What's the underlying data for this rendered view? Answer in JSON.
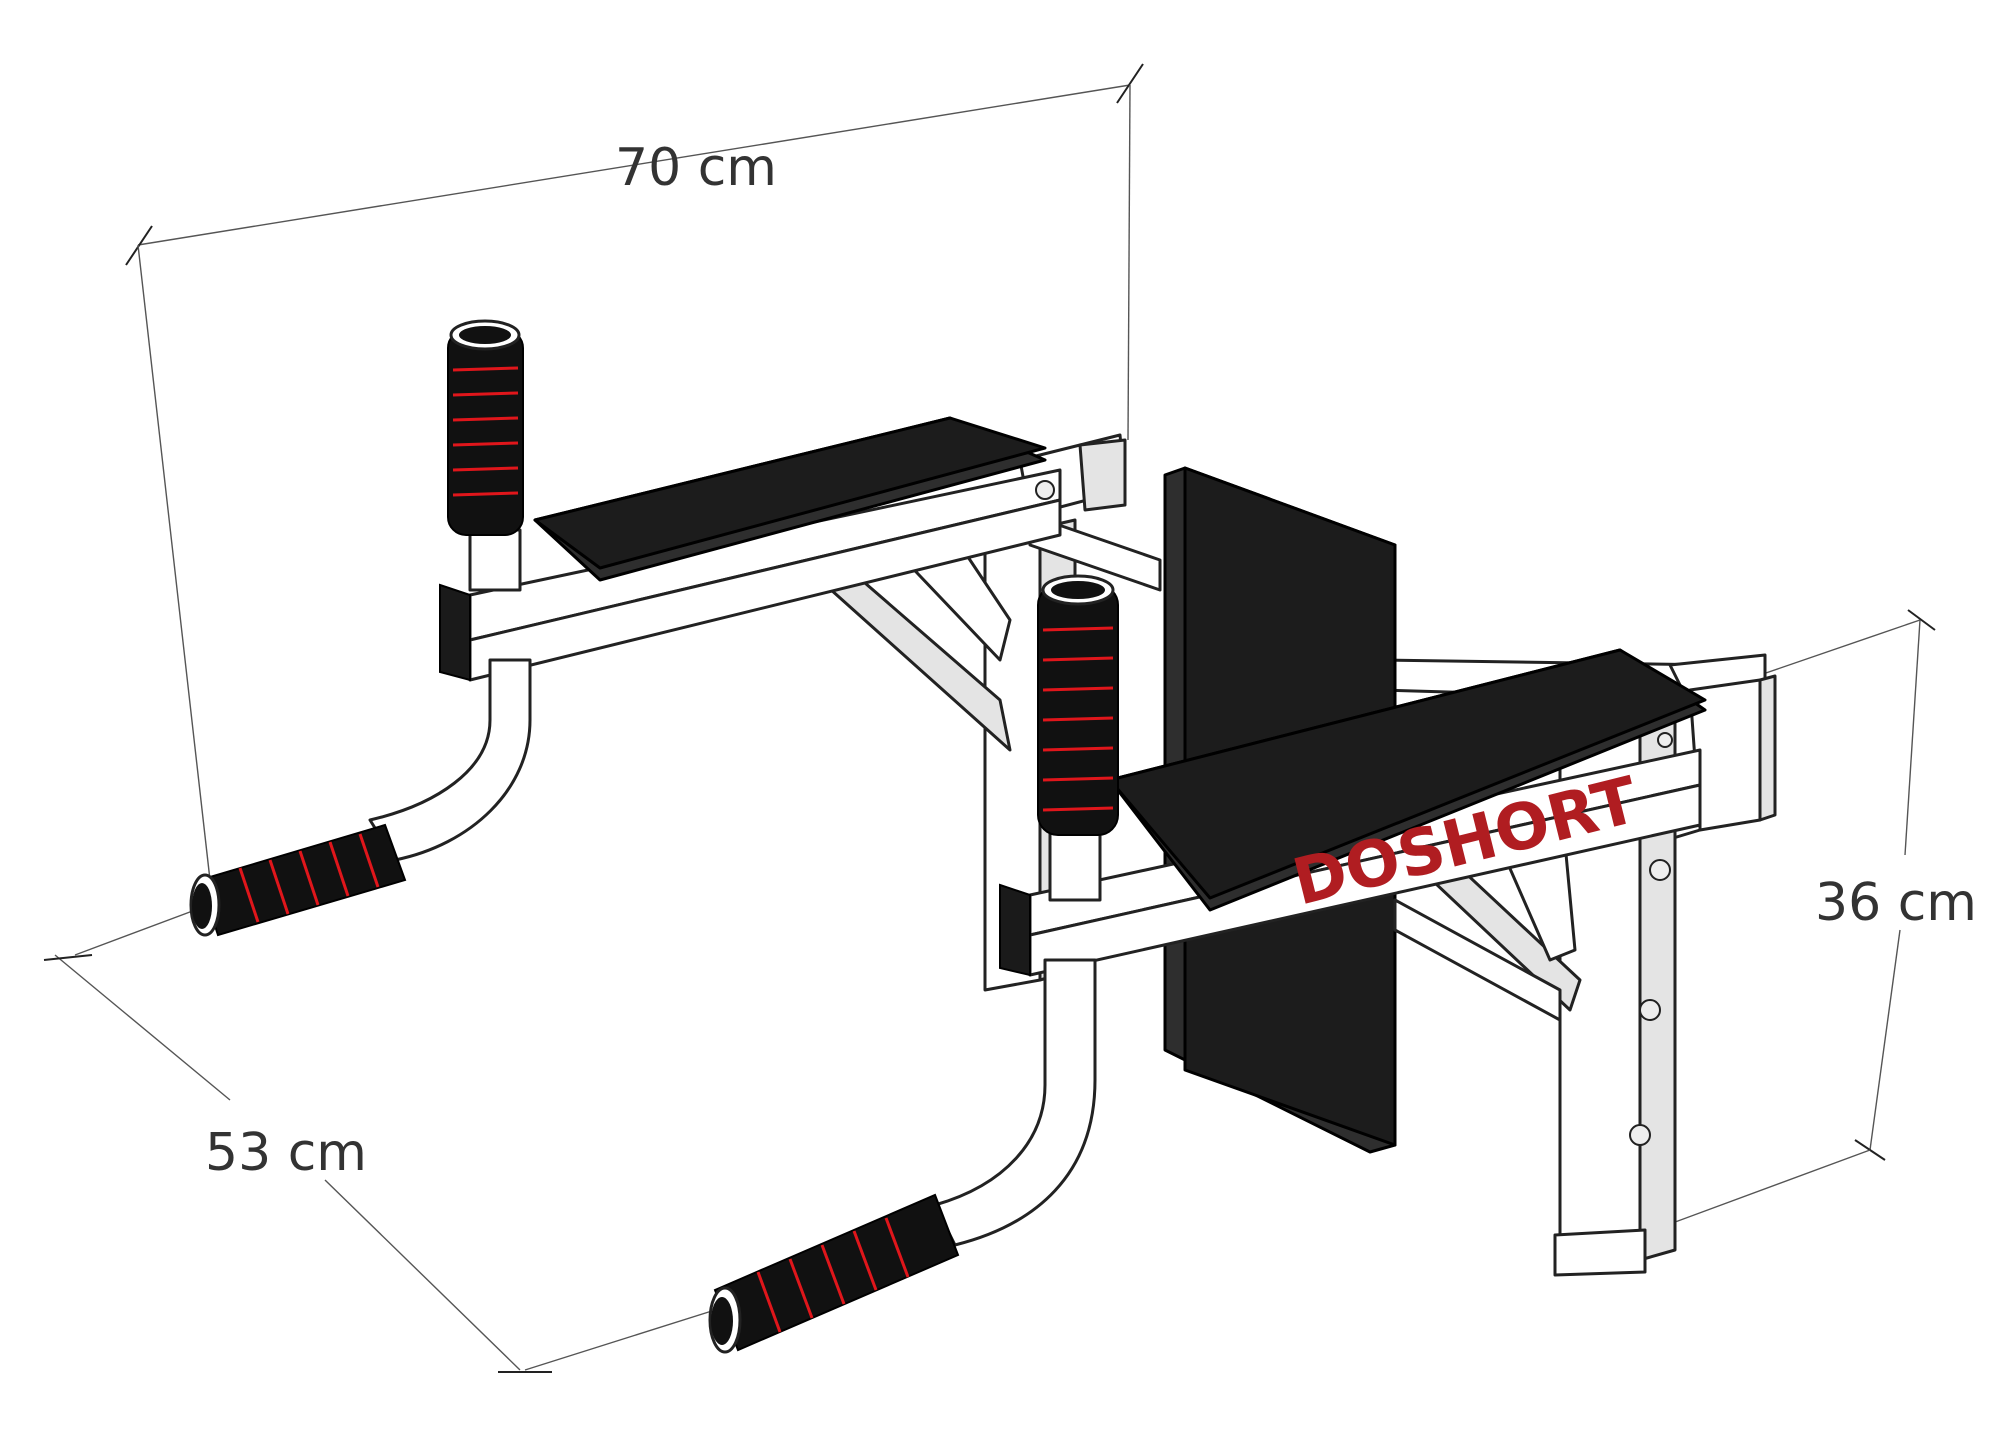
{
  "dimensions": {
    "width_label": "70 cm",
    "depth_label": "53 cm",
    "height_label": "36 cm"
  },
  "brand_text": "DOSHORT",
  "colors": {
    "frame": "#ffffff",
    "padding": "#1c1c1c",
    "grip_foam": "#111111",
    "grip_stripes": "#e0161b",
    "brand": "#b01d21",
    "dimension_lines": "#555555"
  }
}
